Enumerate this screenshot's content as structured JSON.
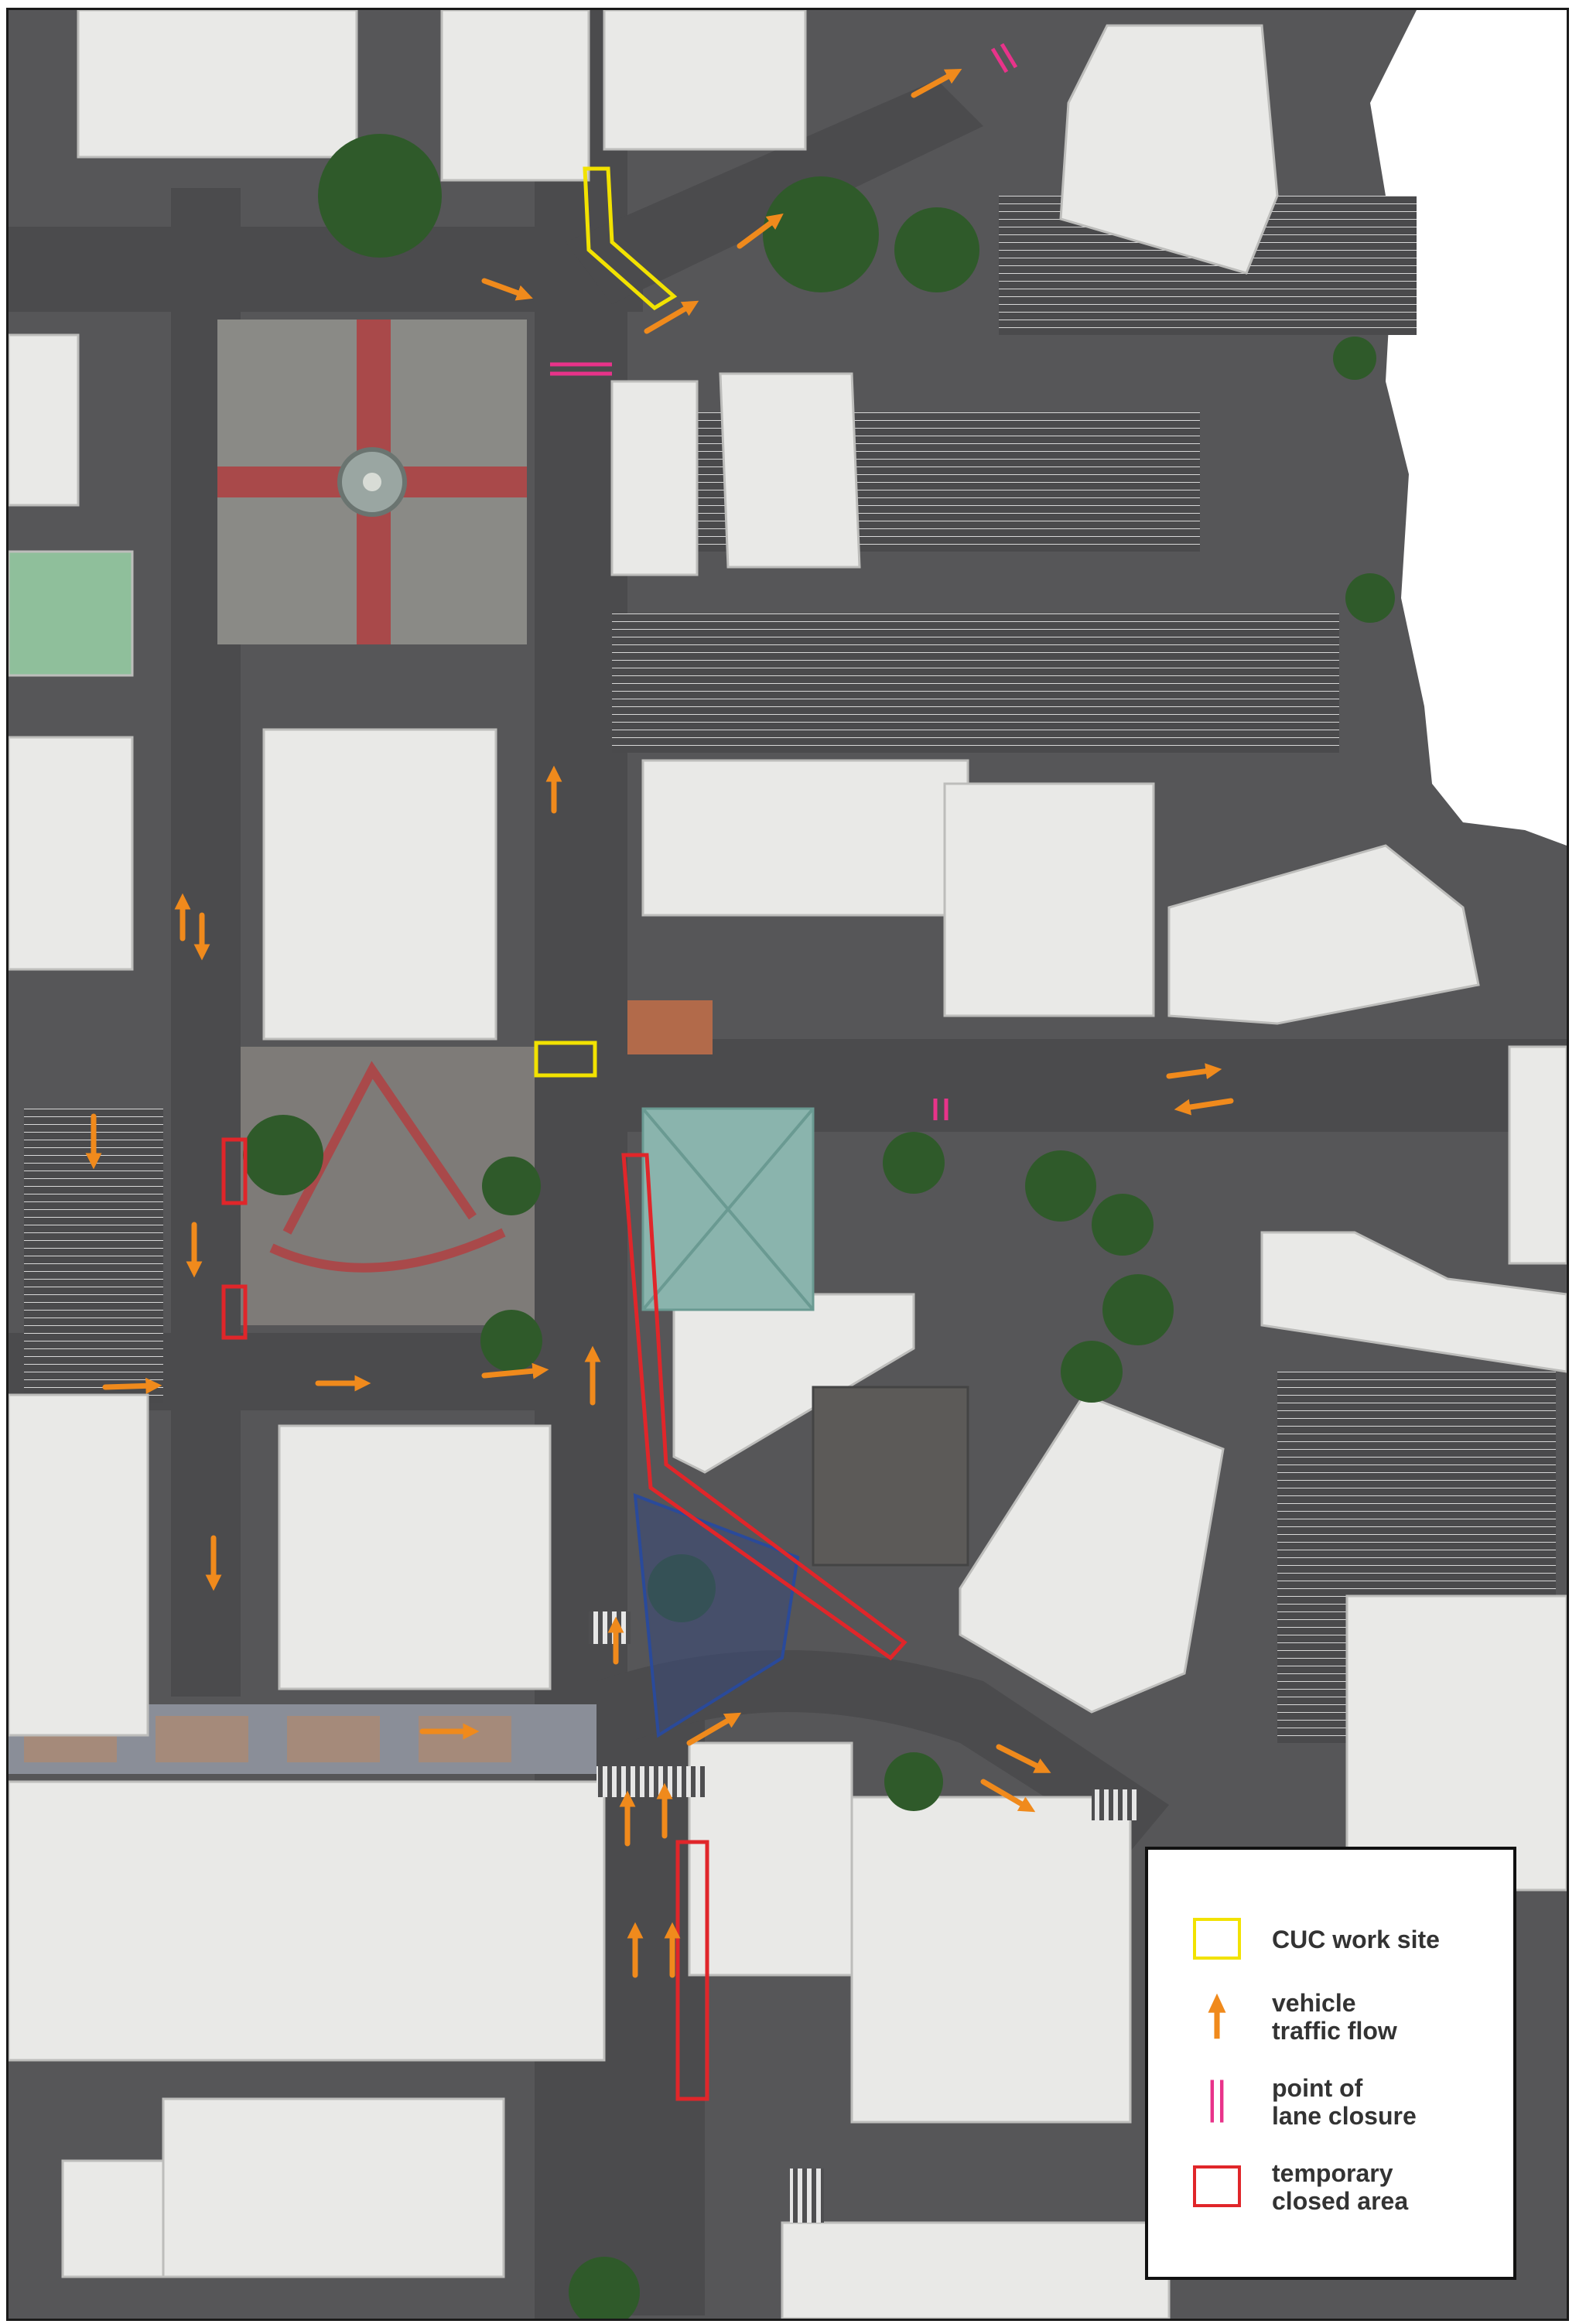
{
  "legend": {
    "items": [
      {
        "symbol": "yellow-square",
        "label_line1": "CUC work site",
        "label_line2": ""
      },
      {
        "symbol": "orange-arrow",
        "label_line1": "vehicle",
        "label_line2": "traffic flow"
      },
      {
        "symbol": "pink-double-bar",
        "label_line1": "point of",
        "label_line2": "lane closure"
      },
      {
        "symbol": "red-square",
        "label_line1": "temporary",
        "label_line2": "closed area"
      }
    ]
  },
  "colors": {
    "work_site": "#f2e200",
    "traffic_arrow": "#f08a1c",
    "lane_closure": "#e8338a",
    "closed_area": "#e0262a",
    "pedestrian_zone": "#2a4a9a",
    "road": "#4e4e50",
    "roof": "#e9e9e7",
    "tree": "#2f5a2a",
    "plaza": "#8a8a86",
    "brick": "#a9494a"
  }
}
